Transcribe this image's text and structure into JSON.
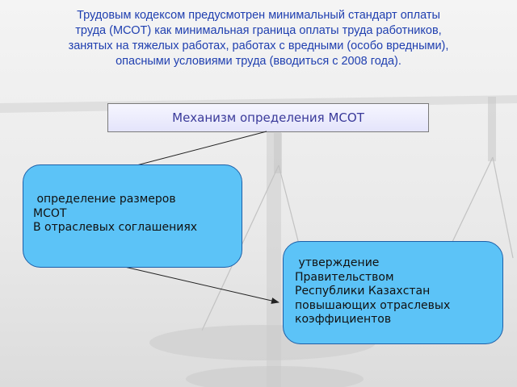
{
  "intro": {
    "lines": [
      "Трудовым кодексом предусмотрен минимальный стандарт оплаты",
      "труда (МСОТ) как минимальная граница оплаты труда работников,",
      "занятых на тяжелых работах, работах с вредными (особо вредными),",
      "опасными условиями труда (вводиться с 2008 года)."
    ]
  },
  "title_box": {
    "label": "Механизм определения МСОТ"
  },
  "left_box": {
    "lines": [
      " определение размеров",
      "МСОТ",
      "В отраслевых соглашениях"
    ]
  },
  "right_box": {
    "lines": [
      " утверждение",
      "Правительством",
      "Республики Казахстан",
      "повышающих отраслевых",
      "коэффициентов"
    ]
  },
  "colors": {
    "intro_text": "#1f3fb0",
    "box_fill": "#5cc3f7",
    "box_border": "#1c5fa8",
    "title_text": "#3a3a9a"
  },
  "icons": {
    "background": "scales-of-justice-icon"
  }
}
